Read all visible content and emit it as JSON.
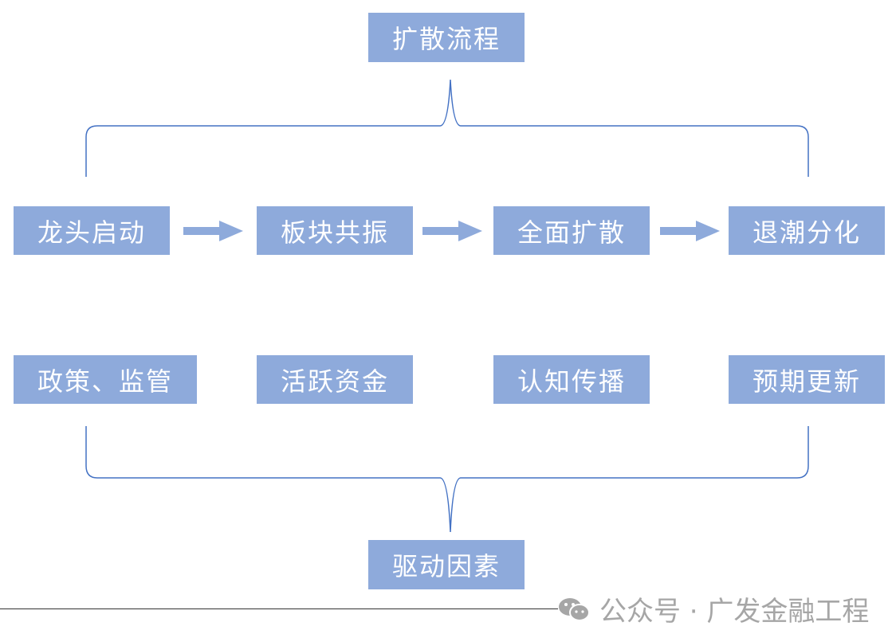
{
  "top_box": "扩散流程",
  "process_steps": [
    "龙头启动",
    "板块共振",
    "全面扩散",
    "退潮分化"
  ],
  "drivers": [
    "政策、监管",
    "活跃资金",
    "认知传播",
    "预期更新"
  ],
  "bottom_box": "驱动因素",
  "watermark": "公众号 · 广发金融工程",
  "colors": {
    "box_fill": "#8eaadb",
    "box_text": "#ffffff",
    "bracket": "#4472c4",
    "arrow": "#8eaadb"
  }
}
